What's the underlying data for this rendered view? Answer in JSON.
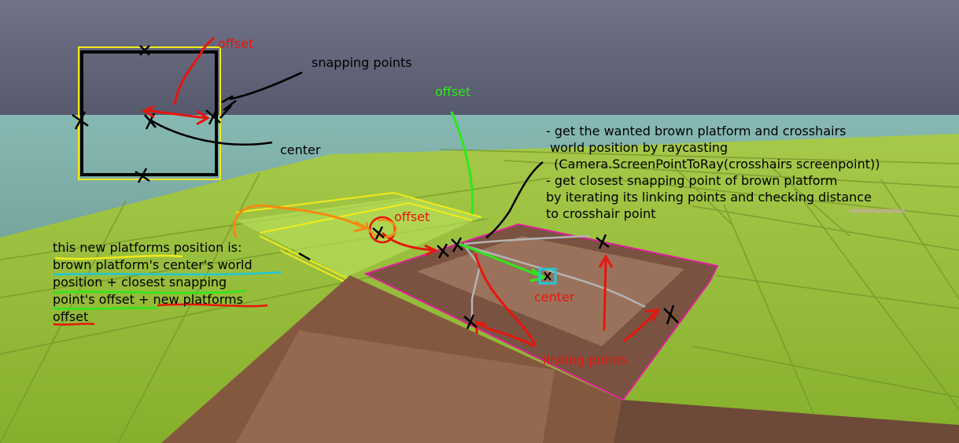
{
  "top_diagram": {
    "offset_label": "offset",
    "snapping_points_label": "snapping points",
    "center_label": "center"
  },
  "scene": {
    "offset_green_label": "offset",
    "offset_red_label": "offset",
    "center_label": "center",
    "linking_points_label": "linking points"
  },
  "steps_note": {
    "line1": "- get the wanted brown platform and crosshairs",
    "line2": " world position by raycasting",
    "line3": "  (Camera.ScreenPointToRay(crosshairs screenpoint))",
    "line4": "- get closest snapping point of brown platform",
    "line5": "by iterating its linking points and checking distance",
    "line6": "to crosshair point"
  },
  "formula_note": {
    "line1": "this new platforms position is:",
    "line2": "brown platform's center's world",
    "line3": "position + closest snapping",
    "line4": "point's offset + new platforms",
    "line5": "offset"
  },
  "colors": {
    "sky": "#5d5f73",
    "water": "#7fb0aa",
    "grass": "#94bd35",
    "platform": "#8c6149",
    "annotation_red": "#e8150c",
    "annotation_green": "#2ee81a",
    "platform_outline": "#e0209a",
    "center_marker": "#1fc8d8",
    "arrow_orange": "#f38a12",
    "arrow_gray": "#b4b4b4"
  }
}
